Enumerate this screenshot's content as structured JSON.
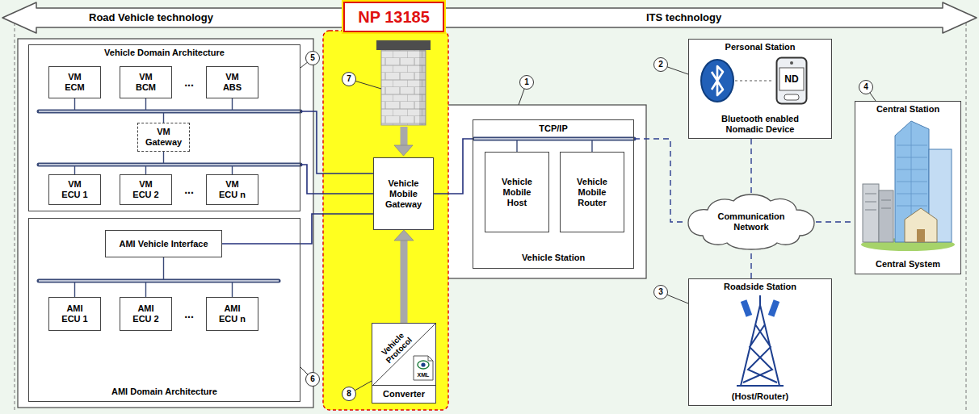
{
  "diagram": {
    "nodes": [
      {
        "text": [
          "Road Vehicle technology",
          "ITS technology"
        ]
      },
      {
        "text": [
          "NP 13185"
        ],
        "in": 0
      },
      {
        "text": [
          "Vehicle Domain Architecture"
        ]
      },
      {
        "text": [
          "VM ECM"
        ],
        "in": 2
      },
      {
        "text": [
          "VM BCM"
        ],
        "in": 2
      },
      {
        "text": [
          "VM ABS"
        ],
        "in": 2
      },
      {
        "text": [
          "VM Gateway"
        ],
        "in": 2
      },
      {
        "text": [
          "VM ECU 1"
        ],
        "in": 2
      },
      {
        "text": [
          "VM ECU 2"
        ],
        "in": 2
      },
      {
        "text": [
          "VM ECU n"
        ],
        "in": 2
      },
      {
        "text": [
          "AMI Domain Architecture"
        ]
      },
      {
        "text": [
          "AMI Vehicle Interface"
        ],
        "in": 10
      },
      {
        "text": [
          "AMI ECU 1"
        ],
        "in": 10
      },
      {
        "text": [
          "AMI ECU 2"
        ],
        "in": 10
      },
      {
        "text": [
          "AMI ECU n"
        ],
        "in": 10
      },
      {
        "text": [
          "Vehicle Mobile Gateway"
        ]
      },
      {
        "text": [
          "Vehicle Protocol",
          "XML",
          "Converter"
        ]
      },
      {
        "text": [
          "Vehicle Station"
        ]
      },
      {
        "text": [
          "Vehicle Mobile Host"
        ],
        "in": 17
      },
      {
        "text": [
          "Vehicle Mobile Router"
        ],
        "in": 17
      },
      {
        "text": [
          "Personal Station",
          "Bluetooth enabled Nomadic Device"
        ]
      },
      {
        "text": [
          "ND"
        ],
        "in": 20
      },
      {
        "text": [
          "Communication Network"
        ]
      },
      {
        "text": [
          "Central Station",
          "Central System"
        ]
      },
      {
        "text": [
          "Roadside Station",
          "(Host/Router)"
        ]
      }
    ],
    "edges": [
      {
        "from": 2,
        "to": 15,
        "arrow": "none"
      },
      {
        "from": 2,
        "to": 15,
        "arrow": "none"
      },
      {
        "from": 11,
        "to": 15,
        "arrow": "none"
      },
      {
        "from": 16,
        "to": 15,
        "arrow": "to"
      },
      {
        "from": 15,
        "to": 17,
        "arrow": "none"
      },
      {
        "from": 17,
        "to": 22,
        "arrow": "none"
      },
      {
        "from": 20,
        "to": 22,
        "arrow": "none"
      },
      {
        "from": 24,
        "to": 22,
        "arrow": "none"
      },
      {
        "from": 22,
        "to": 23,
        "arrow": "none"
      }
    ],
    "labels": [
      "1",
      "2",
      "3",
      "4",
      "5",
      "6",
      "7",
      "8",
      "...",
      "...",
      "...",
      "TCP/IP"
    ]
  }
}
